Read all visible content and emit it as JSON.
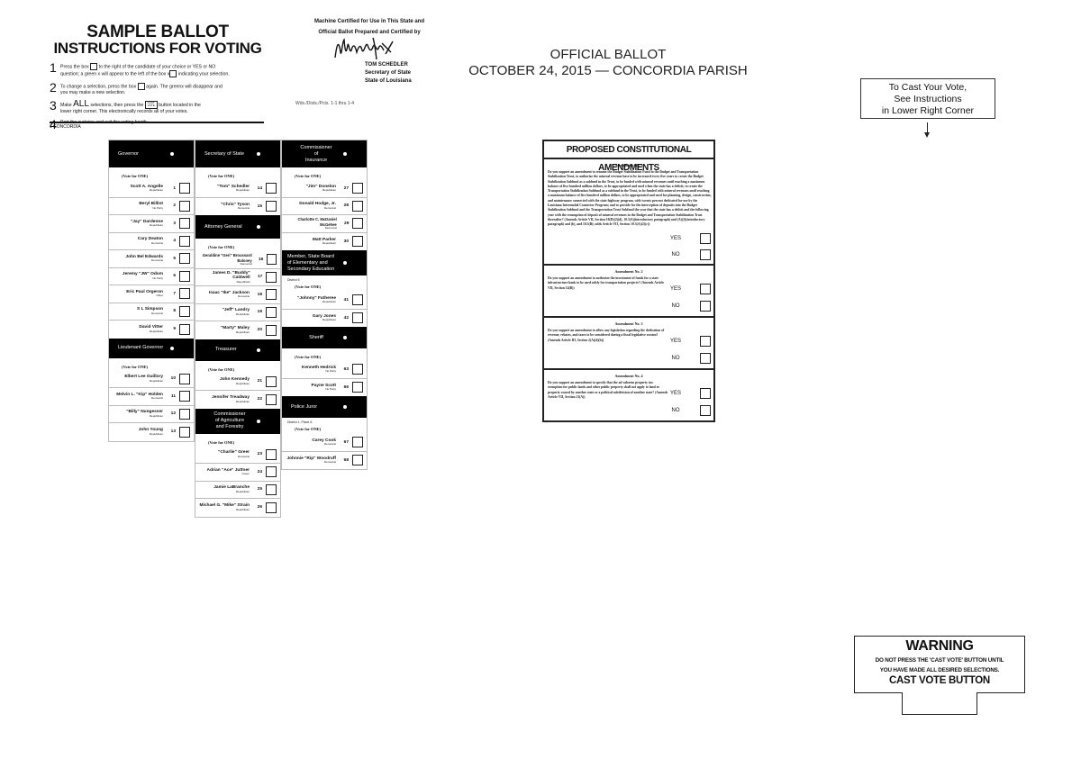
{
  "instructions": {
    "title": "SAMPLE BALLOT",
    "subtitle": "INSTRUCTIONS FOR VOTING",
    "steps": [
      {
        "num": "1",
        "a": "Press the box",
        "b": "to the right of the candidate of your choice or YES or NO",
        "c": "question; a green",
        "d": "will appear to the left of the box",
        "e": "indicating your selection."
      },
      {
        "num": "2",
        "a": "To change a selection, press the box",
        "b": "again. The green",
        "c": "will disappear and",
        "d": "you may make a new selection."
      },
      {
        "num": "3",
        "a": "Make",
        "all": "ALL",
        "b": "selections, then press the",
        "c": "button located in the",
        "d": "lower right corner. This electronically records all of your votes.",
        "cast_mini": "CAST VOTE"
      },
      {
        "num": "4",
        "a": "Part the curtains and exit the voting booth."
      }
    ],
    "precinct_code": "1 CONCORDIA"
  },
  "certification": {
    "line1": "Machine Certified for Use in This State and",
    "line2": "Official Ballot Prepared and Certified by",
    "signer_name": "TOM SCHEDLER",
    "signer_title": "Secretary of State",
    "signer_state": "State of Louisiana",
    "wds": "Wds./Dists./Pcts.  1-1 thru 1-4"
  },
  "header": {
    "title": "OFFICIAL BALLOT",
    "subtitle": "OCTOBER 24, 2015 — CONCORDIA PARISH"
  },
  "cast_notice": {
    "line1": "To Cast Your Vote,",
    "line2": "See Instructions",
    "line3": "in Lower Right Corner"
  },
  "vote_for": "(Vote for ONE)",
  "races": {
    "governor": {
      "title": "Governor",
      "candidates": [
        {
          "name": "Scott A. Angelle",
          "party": "Republican",
          "num": "1"
        },
        {
          "name": "Beryl Billiot",
          "party": "No Party",
          "num": "2"
        },
        {
          "name": "\"Jay\" Dardenne",
          "party": "Republican",
          "num": "3"
        },
        {
          "name": "Cary Deaton",
          "party": "Democrat",
          "num": "4"
        },
        {
          "name": "John Bel Edwards",
          "party": "Democrat",
          "num": "5"
        },
        {
          "name": "Jeremy \"JW\" Odom",
          "party": "No Party",
          "num": "6"
        },
        {
          "name": "Eric Paul Orgeron",
          "party": "Other",
          "num": "7"
        },
        {
          "name": "S L Simpson",
          "party": "Democrat",
          "num": "8"
        },
        {
          "name": "David Vitter",
          "party": "Republican",
          "num": "9"
        }
      ]
    },
    "lt_governor": {
      "title": "Lieutenant Governor",
      "candidates": [
        {
          "name": "Elbert Lee Guillory",
          "party": "Republican",
          "num": "10"
        },
        {
          "name": "Melvin L. \"Kip\" Holden",
          "party": "Democrat",
          "num": "11"
        },
        {
          "name": "\"Billy\" Nungesser",
          "party": "Republican",
          "num": "12"
        },
        {
          "name": "John Young",
          "party": "Republican",
          "num": "13"
        }
      ]
    },
    "secretary_of_state": {
      "title": "Secretary of State",
      "candidates": [
        {
          "name": "\"Tom\" Schedler",
          "party": "Republican",
          "num": "14"
        },
        {
          "name": "\"Chris\" Tyson",
          "party": "Democrat",
          "num": "15"
        }
      ]
    },
    "attorney_general": {
      "title": "Attorney General",
      "candidates": [
        {
          "name": "Geraldine \"Geri\" Broussard Baloney",
          "party": "Democrat",
          "num": "16"
        },
        {
          "name": "James D. \"Buddy\" Caldwell",
          "party": "Republican",
          "num": "17"
        },
        {
          "name": "Isaac \"Ike\" Jackson",
          "party": "Democrat",
          "num": "18"
        },
        {
          "name": "\"Jeff\" Landry",
          "party": "Republican",
          "num": "19"
        },
        {
          "name": "\"Marty\" Maley",
          "party": "Republican",
          "num": "20"
        }
      ]
    },
    "treasurer": {
      "title": "Treasurer",
      "candidates": [
        {
          "name": "John Kennedy",
          "party": "Republican",
          "num": "21"
        },
        {
          "name": "Jennifer Treadway",
          "party": "Republican",
          "num": "22"
        }
      ]
    },
    "agriculture": {
      "title_l1": "Commissioner",
      "title_l2": "of Agriculture",
      "title_l3": "and Forestry",
      "candidates": [
        {
          "name": "\"Charlie\" Greer",
          "party": "Democrat",
          "num": "23"
        },
        {
          "name": "Adrian \"Ace\" Juttner",
          "party": "Green",
          "num": "24"
        },
        {
          "name": "Jamie LaBranche",
          "party": "Republican",
          "num": "25"
        },
        {
          "name": "Michael G. \"Mike\" Strain",
          "party": "Republican",
          "num": "26"
        }
      ]
    },
    "insurance": {
      "title_l1": "Commissioner",
      "title_l2": "of",
      "title_l3": "Insurance",
      "candidates": [
        {
          "name": "\"Jim\" Donelon",
          "party": "Republican",
          "num": "27"
        },
        {
          "name": "Donald Hodge, Jr.",
          "party": "Democrat",
          "num": "28"
        },
        {
          "name": "Charlotte C. McDaniel McGehee",
          "party": "Democrat",
          "num": "29"
        },
        {
          "name": "Matt Parker",
          "party": "Republican",
          "num": "30"
        }
      ]
    },
    "bese": {
      "title_l1": "Member, State Board",
      "title_l2": "of Elementary and",
      "title_l3": "Secondary Education",
      "district": "District 5",
      "candidates": [
        {
          "name": "\"Johnny\" Fatheree",
          "party": "Republican",
          "num": "41"
        },
        {
          "name": "Gary Jones",
          "party": "Republican",
          "num": "42"
        }
      ]
    },
    "sheriff": {
      "title": "Sheriff",
      "candidates": [
        {
          "name": "Kenneth Hedrick",
          "party": "No Party",
          "num": "63"
        },
        {
          "name": "Payne Scott",
          "party": "No Party",
          "num": "66"
        }
      ]
    },
    "police_juror": {
      "title": "Police Juror",
      "district": "District 1, Place A",
      "candidates": [
        {
          "name": "Carey Cook",
          "party": "Democrat",
          "num": "67"
        },
        {
          "name": "Johnnie \"Rip\" Woodruff",
          "party": "Democrat",
          "num": "68"
        }
      ]
    }
  },
  "amendments": {
    "heading": "PROPOSED CONSTITUTIONAL AMENDMENTS",
    "yes_label": "YES",
    "no_label": "NO",
    "items": [
      {
        "title": "Amendment No. 1",
        "text": "Do you support an amendment to rename the Budget Stabilization Fund to the Budget and Transportation Stabilization Trust, to authorize the mineral revenue base to be increased every five years to create the Budget Stabilization Subfund as a subfund in the Trust, to be funded with mineral revenues until reaching a maximum balance of five hundred million dollars, to be appropriated and used when the state has a deficit; to create the Transportation Stabilization Subfund as a subfund in the Trust, to be funded with mineral revenues until reaching a maximum balance of five hundred million dollars, to be appropriated and used for planning, design, construction, and maintenance connected with the state highway program, with twenty percent dedicated for use by the Louisiana Intermodal Connector Program; and to provide for the interception of deposits into the Budget Stabilization Subfund and the Transportation Trust Subfund the year that the state has a deficit and the following year with the resumption of deposit of mineral revenues in the Budget and Transportation Stabilization Trust thereafter? (Amends Article VII, Section 10(D)(2)(d), 10.3(A)(introductory paragraph) and (A)(2)(introductory paragraph) and (b), and 10.3(B); adds Article VII, Section 10.3(A)(2)(c))"
      },
      {
        "title": "Amendment No. 2",
        "text": "Do you support an amendment to authorize the investment of funds for a state infrastructure bank to be used solely for transportation projects? (Amends Article VII, Section 14(B))"
      },
      {
        "title": "Amendment No. 3",
        "text": "Do you support an amendment to allow any legislation regarding the dedication of revenue, rebates, and taxes to be considered during a fiscal legislative session? (Amends Article III, Section 2(A)(4)(b))"
      },
      {
        "title": "Amendment No. 4",
        "text": "Do you support an amendment to specify that the ad valorem property tax exemption for public lands and other public property shall not apply to land or property owned by another state or a political subdivision of another state? (Amends Article VII, Section 21(A))"
      }
    ]
  },
  "warning": {
    "title": "WARNING",
    "line1": "DO NOT PRESS THE 'CAST VOTE' BUTTON UNTIL",
    "line2": "YOU HAVE MADE ALL DESIRED SELECTIONS.",
    "button_label": "CAST VOTE BUTTON"
  },
  "colors": {
    "header_bg": "#000000",
    "header_text": "#ffffff",
    "border": "#222222"
  }
}
